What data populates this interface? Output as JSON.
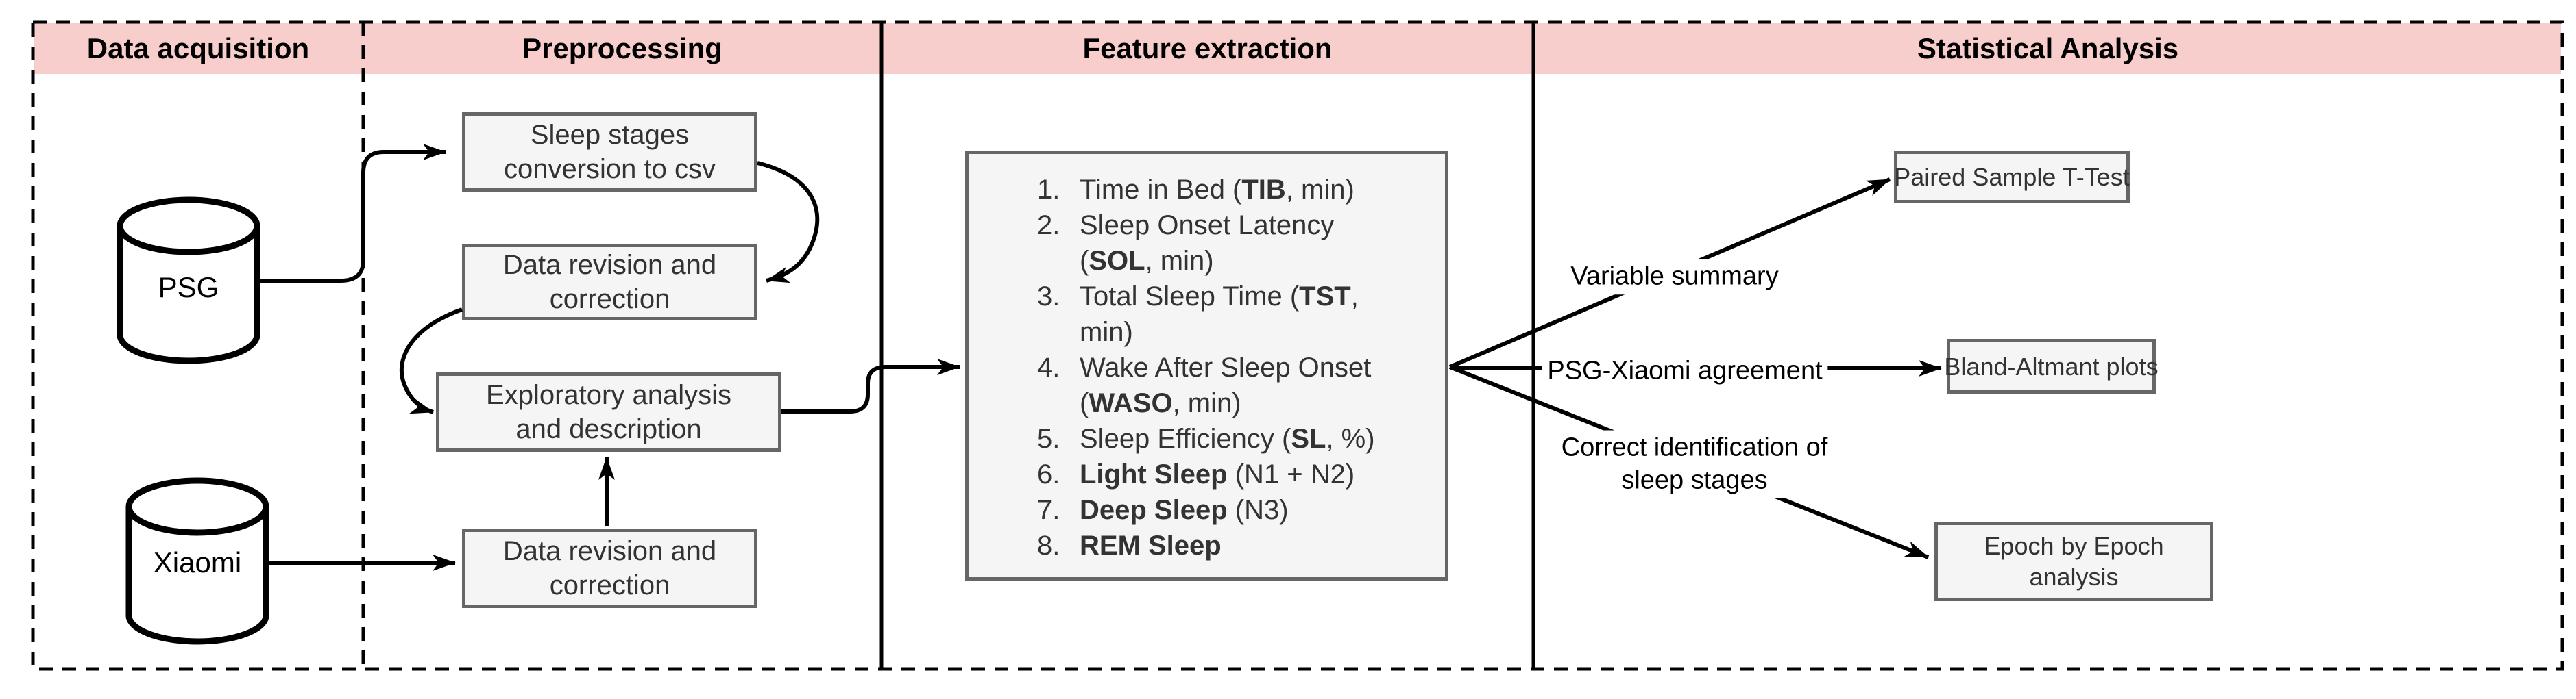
{
  "title": "Sleep study methodology pipeline diagram",
  "columns": [
    {
      "label": "Data acquisition"
    },
    {
      "label": "Preprocessing"
    },
    {
      "label": "Feature extraction"
    },
    {
      "label": "Statistical Analysis"
    }
  ],
  "data_acquisition": {
    "sources": [
      {
        "label": "PSG",
        "shape": "database-cylinder"
      },
      {
        "label": "Xiaomi",
        "shape": "database-cylinder"
      }
    ]
  },
  "preprocessing": {
    "boxes": [
      {
        "label": "Sleep stages conversion to csv"
      },
      {
        "label": "Data revision and correction"
      },
      {
        "label": "Exploratory analysis and description"
      },
      {
        "label": "Data revision and correction"
      }
    ]
  },
  "feature_extraction": {
    "items": [
      [
        {
          "t": "Time in Bed ("
        },
        {
          "t": "TIB",
          "b": true
        },
        {
          "t": ", min)"
        }
      ],
      [
        {
          "t": "Sleep Onset Latency ("
        },
        {
          "t": "SOL",
          "b": true
        },
        {
          "t": ", min)"
        }
      ],
      [
        {
          "t": "Total Sleep Time ("
        },
        {
          "t": "TST",
          "b": true
        },
        {
          "t": ", min)"
        }
      ],
      [
        {
          "t": "Wake After Sleep Onset ("
        },
        {
          "t": "WASO",
          "b": true
        },
        {
          "t": ", min)"
        }
      ],
      [
        {
          "t": "Sleep Efficiency ("
        },
        {
          "t": "SL",
          "b": true
        },
        {
          "t": ", %)"
        }
      ],
      [
        {
          "t": "Light Sleep",
          "b": true
        },
        {
          "t": " (N1 + N2)"
        }
      ],
      [
        {
          "t": "Deep Sleep",
          "b": true
        },
        {
          "t": " (N3)"
        }
      ],
      [
        {
          "t": "REM Sleep",
          "b": true
        }
      ]
    ]
  },
  "statistical_analysis": {
    "edge_labels": [
      {
        "label": "Variable summary"
      },
      {
        "label": "PSG-Xiaomi agreement"
      },
      {
        "label": "Correct identification of sleep stages"
      }
    ],
    "boxes": [
      {
        "label": "Paired Sample T-Test"
      },
      {
        "label": "Bland-Altmant plots"
      },
      {
        "label": "Epoch by Epoch analysis"
      }
    ]
  },
  "colors": {
    "header_bg": "#f8cecc",
    "box_bg": "#f5f5f5",
    "box_border": "#666666",
    "box_text": "#333333",
    "line": "#000000"
  }
}
